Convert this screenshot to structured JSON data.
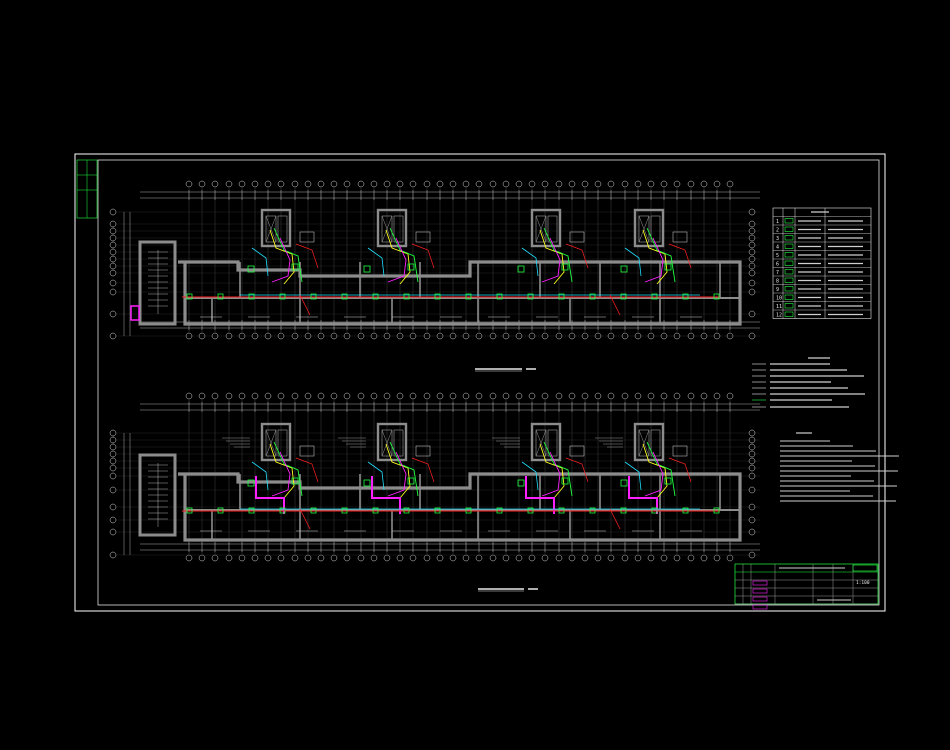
{
  "colors": {
    "background": "#000000",
    "frame": "#ffffff",
    "wall": "#8c8c8c",
    "grid": "#d8d8d8",
    "red": "#ff2020",
    "cyan": "#20e0ff",
    "green": "#20ff40",
    "yellow": "#ffff20",
    "magenta": "#ff20ff",
    "text": "#e8e8e8"
  },
  "drawing": {
    "top_plan_title": "",
    "bottom_plan_title": "",
    "legend_table": {
      "rows": [
        "1",
        "2",
        "3",
        "4",
        "5",
        "6",
        "7",
        "8",
        "9",
        "10",
        "11",
        "12"
      ]
    },
    "title_block": {
      "scale": "1:100",
      "sheet": ""
    }
  },
  "icons": [
    "cad-viewport-icon"
  ]
}
